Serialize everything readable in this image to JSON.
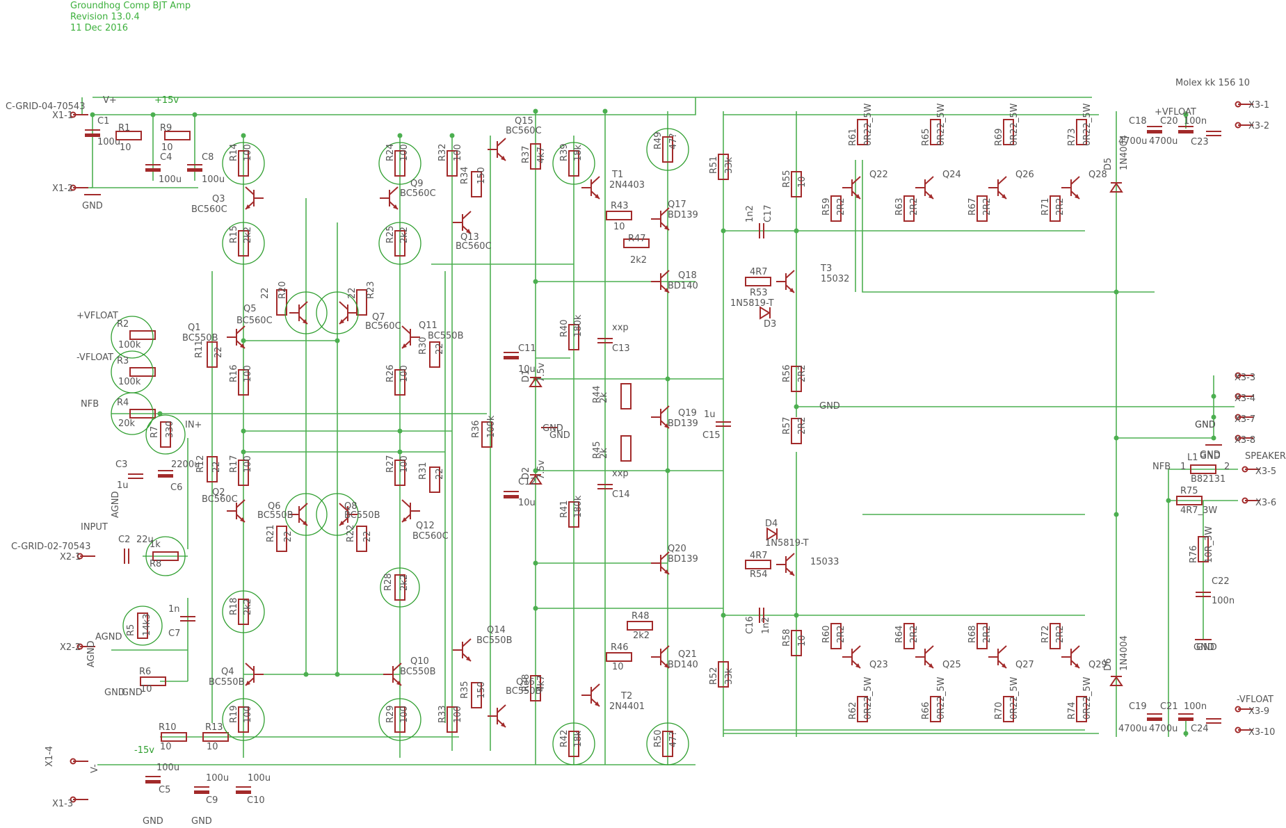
{
  "title_block": {
    "title": "Groundhog Comp BJT Amp",
    "revision": "Revision 13.0.4",
    "date": "11 Dec 2016"
  },
  "connector_header": "Molex kk 156 10",
  "labels": [
    {
      "id": "cgrid04",
      "text": "C-GRID-04-70543"
    },
    {
      "id": "x11",
      "text": "X1-1"
    },
    {
      "id": "x12",
      "text": "X1-2"
    },
    {
      "id": "x13",
      "text": "X1-3"
    },
    {
      "id": "x14",
      "text": "X1-4"
    },
    {
      "id": "vplus",
      "text": "V+"
    },
    {
      "id": "p15v",
      "text": "+15v"
    },
    {
      "id": "m15v",
      "text": "-15v"
    },
    {
      "id": "vminus",
      "text": "V-"
    },
    {
      "id": "gnd_a",
      "text": "GND"
    },
    {
      "id": "gnd_b",
      "text": "GND"
    },
    {
      "id": "gnd_c",
      "text": "GND"
    },
    {
      "id": "gnd_d",
      "text": "GND"
    },
    {
      "id": "gnd_e",
      "text": "GND"
    },
    {
      "id": "gnd_f",
      "text": "GND"
    },
    {
      "id": "gnd_g",
      "text": "GND"
    },
    {
      "id": "gnd_h",
      "text": "GND"
    },
    {
      "id": "gnd_i",
      "text": "GND"
    },
    {
      "id": "gnd_net",
      "text": "GND"
    },
    {
      "id": "c1",
      "text": "C1"
    },
    {
      "id": "c1v",
      "text": "100u"
    },
    {
      "id": "r1",
      "text": "R1"
    },
    {
      "id": "r1v",
      "text": "10"
    },
    {
      "id": "r9",
      "text": "R9"
    },
    {
      "id": "r9v",
      "text": "10"
    },
    {
      "id": "c4",
      "text": "C4"
    },
    {
      "id": "c4v",
      "text": "100u"
    },
    {
      "id": "c8",
      "text": "C8"
    },
    {
      "id": "c8v",
      "text": "100u"
    },
    {
      "id": "r14",
      "text": "R14"
    },
    {
      "id": "r14v",
      "text": "100"
    },
    {
      "id": "q3",
      "text": "Q3"
    },
    {
      "id": "q3v",
      "text": "BC560C"
    },
    {
      "id": "r15",
      "text": "R15"
    },
    {
      "id": "r15v",
      "text": "2k2"
    },
    {
      "id": "q5",
      "text": "Q5"
    },
    {
      "id": "q5v",
      "text": "BC560C"
    },
    {
      "id": "r20",
      "text": "R20"
    },
    {
      "id": "r20v",
      "text": "22"
    },
    {
      "id": "q1",
      "text": "Q1"
    },
    {
      "id": "q1v",
      "text": "BC550B"
    },
    {
      "id": "r11",
      "text": "R11"
    },
    {
      "id": "r11v",
      "text": "22"
    },
    {
      "id": "r16",
      "text": "R16"
    },
    {
      "id": "r16v",
      "text": "100"
    },
    {
      "id": "vfloatp",
      "text": "+VFLOAT"
    },
    {
      "id": "vfloatm",
      "text": "-VFLOAT"
    },
    {
      "id": "nfb",
      "text": "NFB"
    },
    {
      "id": "r2",
      "text": "R2"
    },
    {
      "id": "r2v",
      "text": "100k"
    },
    {
      "id": "r3",
      "text": "R3"
    },
    {
      "id": "r3v",
      "text": "100k"
    },
    {
      "id": "r4",
      "text": "R4"
    },
    {
      "id": "r4v",
      "text": "20k"
    },
    {
      "id": "r7",
      "text": "R7"
    },
    {
      "id": "r7v",
      "text": "330"
    },
    {
      "id": "inplus",
      "text": "IN+"
    },
    {
      "id": "c3",
      "text": "C3"
    },
    {
      "id": "c3v",
      "text": "1u"
    },
    {
      "id": "c6",
      "text": "C6"
    },
    {
      "id": "c6v",
      "text": "2200u"
    },
    {
      "id": "agnd1",
      "text": "AGND"
    },
    {
      "id": "agnd2",
      "text": "AGND"
    },
    {
      "id": "agnd3",
      "text": "AGND"
    },
    {
      "id": "r12",
      "text": "R12"
    },
    {
      "id": "r12v",
      "text": "22"
    },
    {
      "id": "q2",
      "text": "Q2"
    },
    {
      "id": "q2v",
      "text": "BC560C"
    },
    {
      "id": "r17",
      "text": "R17"
    },
    {
      "id": "r17v",
      "text": "100"
    },
    {
      "id": "q6",
      "text": "Q6"
    },
    {
      "id": "q6v",
      "text": "BC550B"
    },
    {
      "id": "r21",
      "text": "R21"
    },
    {
      "id": "r21v",
      "text": "22"
    },
    {
      "id": "input",
      "text": "INPUT"
    },
    {
      "id": "cgrid02",
      "text": "C-GRID-02-70543"
    },
    {
      "id": "x21",
      "text": "X2-1"
    },
    {
      "id": "x22",
      "text": "X2-2"
    },
    {
      "id": "c2",
      "text": "C2"
    },
    {
      "id": "c2v",
      "text": "22u"
    },
    {
      "id": "r8",
      "text": "R8"
    },
    {
      "id": "r8v",
      "text": "1k"
    },
    {
      "id": "r5",
      "text": "R5"
    },
    {
      "id": "r5v",
      "text": "14k3"
    },
    {
      "id": "c7",
      "text": "C7"
    },
    {
      "id": "c7v",
      "text": "1n"
    },
    {
      "id": "r6",
      "text": "R6"
    },
    {
      "id": "r6v",
      "text": "10"
    },
    {
      "id": "r18",
      "text": "R18"
    },
    {
      "id": "r18v",
      "text": "2k2"
    },
    {
      "id": "q4",
      "text": "Q4"
    },
    {
      "id": "q4v",
      "text": "BC550B"
    },
    {
      "id": "r19",
      "text": "R19"
    },
    {
      "id": "r19v",
      "text": "100"
    },
    {
      "id": "r10",
      "text": "R10"
    },
    {
      "id": "r10v",
      "text": "10"
    },
    {
      "id": "r13",
      "text": "R13"
    },
    {
      "id": "r13v",
      "text": "10"
    },
    {
      "id": "c5",
      "text": "C5"
    },
    {
      "id": "c5v",
      "text": "100u"
    },
    {
      "id": "c9",
      "text": "C9"
    },
    {
      "id": "c9v",
      "text": "100u"
    },
    {
      "id": "c10",
      "text": "C10"
    },
    {
      "id": "c10v",
      "text": "100u"
    },
    {
      "id": "r24",
      "text": "R24"
    },
    {
      "id": "r24v",
      "text": "100"
    },
    {
      "id": "q9",
      "text": "Q9"
    },
    {
      "id": "q9v",
      "text": "BC560C"
    },
    {
      "id": "r25",
      "text": "R25"
    },
    {
      "id": "r25v",
      "text": "2k2"
    },
    {
      "id": "r23",
      "text": "R23"
    },
    {
      "id": "r23v",
      "text": "22"
    },
    {
      "id": "q7",
      "text": "Q7"
    },
    {
      "id": "q7v",
      "text": "BC560C"
    },
    {
      "id": "q11",
      "text": "Q11"
    },
    {
      "id": "q11v",
      "text": "BC550B"
    },
    {
      "id": "r26",
      "text": "R26"
    },
    {
      "id": "r26v",
      "text": "100"
    },
    {
      "id": "r30",
      "text": "R30"
    },
    {
      "id": "r30v",
      "text": "22"
    },
    {
      "id": "r27",
      "text": "R27"
    },
    {
      "id": "r27v",
      "text": "100"
    },
    {
      "id": "r31",
      "text": "R31"
    },
    {
      "id": "r31v",
      "text": "22"
    },
    {
      "id": "q8",
      "text": "Q8"
    },
    {
      "id": "q8v",
      "text": "BC550B"
    },
    {
      "id": "r22",
      "text": "R22"
    },
    {
      "id": "r22v",
      "text": "22"
    },
    {
      "id": "q12",
      "text": "Q12"
    },
    {
      "id": "q12v",
      "text": "BC560C"
    },
    {
      "id": "r28",
      "text": "R28"
    },
    {
      "id": "r28v",
      "text": "2k2"
    },
    {
      "id": "q10",
      "text": "Q10"
    },
    {
      "id": "q10v",
      "text": "BC550B"
    },
    {
      "id": "r29",
      "text": "R29"
    },
    {
      "id": "r29v",
      "text": "100"
    },
    {
      "id": "r32",
      "text": "R32"
    },
    {
      "id": "r32v",
      "text": "100"
    },
    {
      "id": "r34",
      "text": "R34"
    },
    {
      "id": "r34v",
      "text": "150"
    },
    {
      "id": "q13",
      "text": "Q13"
    },
    {
      "id": "q13v",
      "text": "BC560C"
    },
    {
      "id": "q15",
      "text": "Q15"
    },
    {
      "id": "q15v",
      "text": "BC560C"
    },
    {
      "id": "r36",
      "text": "R36"
    },
    {
      "id": "r36v",
      "text": "100k"
    },
    {
      "id": "q14",
      "text": "Q14"
    },
    {
      "id": "q14v",
      "text": "BC550B"
    },
    {
      "id": "r33",
      "text": "R33"
    },
    {
      "id": "r33v",
      "text": "100"
    },
    {
      "id": "r35",
      "text": "R35"
    },
    {
      "id": "r35v",
      "text": "150"
    },
    {
      "id": "q16",
      "text": "Q16"
    },
    {
      "id": "q16v",
      "text": "BC550B"
    },
    {
      "id": "r37",
      "text": "R37"
    },
    {
      "id": "r37v",
      "text": "4k7"
    },
    {
      "id": "r38",
      "text": "R38"
    },
    {
      "id": "r38v",
      "text": "4k7"
    },
    {
      "id": "c11",
      "text": "C11"
    },
    {
      "id": "c11v",
      "text": "10u"
    },
    {
      "id": "d1",
      "text": "D1"
    },
    {
      "id": "d1v",
      "text": "7.5v"
    },
    {
      "id": "c12",
      "text": "C12"
    },
    {
      "id": "c12v",
      "text": "10u"
    },
    {
      "id": "d2",
      "text": "D2"
    },
    {
      "id": "d2v",
      "text": "7.5v"
    },
    {
      "id": "gnd_mid",
      "text": "GND"
    },
    {
      "id": "r39",
      "text": "R39"
    },
    {
      "id": "r39v",
      "text": "18k"
    },
    {
      "id": "t1",
      "text": "T1"
    },
    {
      "id": "t1v",
      "text": "2N4403"
    },
    {
      "id": "r43",
      "text": "R43"
    },
    {
      "id": "r43v",
      "text": "10"
    },
    {
      "id": "r47",
      "text": "R47"
    },
    {
      "id": "r47v",
      "text": "2k2"
    },
    {
      "id": "q17",
      "text": "Q17"
    },
    {
      "id": "q17v",
      "text": "BD139"
    },
    {
      "id": "q18",
      "text": "Q18"
    },
    {
      "id": "q18v",
      "text": "BD140"
    },
    {
      "id": "r49",
      "text": "R49"
    },
    {
      "id": "r49v",
      "text": "47?"
    },
    {
      "id": "r40",
      "text": "R40"
    },
    {
      "id": "r40v",
      "text": "180k"
    },
    {
      "id": "c13",
      "text": "C13"
    },
    {
      "id": "c13v",
      "text": "xxp"
    },
    {
      "id": "r44",
      "text": "R44"
    },
    {
      "id": "r44v",
      "text": "2k"
    },
    {
      "id": "q19",
      "text": "Q19"
    },
    {
      "id": "q19v",
      "text": "BD139"
    },
    {
      "id": "r45",
      "text": "R45"
    },
    {
      "id": "r45v",
      "text": "2k"
    },
    {
      "id": "c14",
      "text": "C14"
    },
    {
      "id": "c14v",
      "text": "xxp"
    },
    {
      "id": "r41",
      "text": "R41"
    },
    {
      "id": "r41v",
      "text": "180k"
    },
    {
      "id": "q20",
      "text": "Q20"
    },
    {
      "id": "q20v",
      "text": "BD139"
    },
    {
      "id": "r48",
      "text": "R48"
    },
    {
      "id": "r48v",
      "text": "2k2"
    },
    {
      "id": "r46",
      "text": "R46"
    },
    {
      "id": "r46v",
      "text": "10"
    },
    {
      "id": "q21",
      "text": "Q21"
    },
    {
      "id": "q21v",
      "text": "BD140"
    },
    {
      "id": "t2",
      "text": "T2"
    },
    {
      "id": "t2v",
      "text": "2N4401"
    },
    {
      "id": "r42",
      "text": "R42"
    },
    {
      "id": "r42v",
      "text": "18k"
    },
    {
      "id": "r50",
      "text": "R50"
    },
    {
      "id": "r50v",
      "text": "47?"
    },
    {
      "id": "c15",
      "text": "C15"
    },
    {
      "id": "c15v",
      "text": "1u"
    },
    {
      "id": "r51",
      "text": "R51"
    },
    {
      "id": "r51v",
      "text": "33k"
    },
    {
      "id": "r52",
      "text": "R52"
    },
    {
      "id": "r52v",
      "text": "33k"
    },
    {
      "id": "c17",
      "text": "C17"
    },
    {
      "id": "c17v",
      "text": "1n2"
    },
    {
      "id": "c16",
      "text": "C16"
    },
    {
      "id": "c16v",
      "text": "1n2"
    },
    {
      "id": "r55",
      "text": "R55"
    },
    {
      "id": "r55v",
      "text": "10"
    },
    {
      "id": "r53",
      "text": "R53"
    },
    {
      "id": "r53v",
      "text": "4R7"
    },
    {
      "id": "t3",
      "text": "T3"
    },
    {
      "id": "t3v",
      "text": "15032"
    },
    {
      "id": "d3",
      "text": "D3"
    },
    {
      "id": "d3v",
      "text": "1N5819-T"
    },
    {
      "id": "r56",
      "text": "R56"
    },
    {
      "id": "r56v",
      "text": "2R2"
    },
    {
      "id": "r57",
      "text": "R57"
    },
    {
      "id": "r57v",
      "text": "2R2"
    },
    {
      "id": "d4",
      "text": "D4"
    },
    {
      "id": "d4v",
      "text": "1N5819-T"
    },
    {
      "id": "r54",
      "text": "R54"
    },
    {
      "id": "r54v",
      "text": "4R7"
    },
    {
      "id": "t4v",
      "text": "15033"
    },
    {
      "id": "r58",
      "text": "R58"
    },
    {
      "id": "r58v",
      "text": "10"
    },
    {
      "id": "r61",
      "text": "R61"
    },
    {
      "id": "r61v",
      "text": "0R22_5W"
    },
    {
      "id": "r65",
      "text": "R65"
    },
    {
      "id": "r65v",
      "text": "0R22_5W"
    },
    {
      "id": "r69",
      "text": "R69"
    },
    {
      "id": "r69v",
      "text": "0R22_5W"
    },
    {
      "id": "r73",
      "text": "R73"
    },
    {
      "id": "r73v",
      "text": "0R22_5W"
    },
    {
      "id": "q22",
      "text": "Q22"
    },
    {
      "id": "q24",
      "text": "Q24"
    },
    {
      "id": "q26",
      "text": "Q26"
    },
    {
      "id": "q28",
      "text": "Q28"
    },
    {
      "id": "r59",
      "text": "R59"
    },
    {
      "id": "r59v",
      "text": "2R2"
    },
    {
      "id": "r63",
      "text": "R63"
    },
    {
      "id": "r63v",
      "text": "2R2"
    },
    {
      "id": "r67",
      "text": "R67"
    },
    {
      "id": "r67v",
      "text": "2R2"
    },
    {
      "id": "r71",
      "text": "R71"
    },
    {
      "id": "r71v",
      "text": "2R2"
    },
    {
      "id": "d5",
      "text": "D5"
    },
    {
      "id": "d5v",
      "text": "1N4004"
    },
    {
      "id": "d6",
      "text": "D6"
    },
    {
      "id": "d6v",
      "text": "1N4004"
    },
    {
      "id": "r60",
      "text": "R60"
    },
    {
      "id": "r60v",
      "text": "2R2"
    },
    {
      "id": "r64",
      "text": "R64"
    },
    {
      "id": "r64v",
      "text": "2R2"
    },
    {
      "id": "r68",
      "text": "R68"
    },
    {
      "id": "r68v",
      "text": "2R2"
    },
    {
      "id": "r72",
      "text": "R72"
    },
    {
      "id": "r72v",
      "text": "2R2"
    },
    {
      "id": "q23",
      "text": "Q23"
    },
    {
      "id": "q25",
      "text": "Q25"
    },
    {
      "id": "q27",
      "text": "Q27"
    },
    {
      "id": "q29",
      "text": "Q29"
    },
    {
      "id": "r62",
      "text": "R62"
    },
    {
      "id": "r62v",
      "text": "0R22_5W"
    },
    {
      "id": "r66",
      "text": "R66"
    },
    {
      "id": "r66v",
      "text": "0R22_5W"
    },
    {
      "id": "r70",
      "text": "R70"
    },
    {
      "id": "r70v",
      "text": "0R22_5W"
    },
    {
      "id": "r74",
      "text": "R74"
    },
    {
      "id": "r74v",
      "text": "0R22_5W"
    },
    {
      "id": "c18",
      "text": "C18"
    },
    {
      "id": "c18v",
      "text": "4700u"
    },
    {
      "id": "c20",
      "text": "C20"
    },
    {
      "id": "c20v",
      "text": "4700u"
    },
    {
      "id": "c20n",
      "text": "100n"
    },
    {
      "id": "c23",
      "text": "C23"
    },
    {
      "id": "vfloatp2",
      "text": "+VFLOAT"
    },
    {
      "id": "c19",
      "text": "C19"
    },
    {
      "id": "c19v",
      "text": "4700u"
    },
    {
      "id": "c21",
      "text": "C21"
    },
    {
      "id": "c21v",
      "text": "4700u"
    },
    {
      "id": "c21n",
      "text": "100n"
    },
    {
      "id": "c24",
      "text": "C24"
    },
    {
      "id": "vfloatm2",
      "text": "-VFLOAT"
    },
    {
      "id": "x31",
      "text": "X3-1"
    },
    {
      "id": "x32",
      "text": "X3-2"
    },
    {
      "id": "x33",
      "text": "X3-3"
    },
    {
      "id": "x34",
      "text": "X3-4"
    },
    {
      "id": "x37",
      "text": "X3-7"
    },
    {
      "id": "x38",
      "text": "X3-8"
    },
    {
      "id": "x35",
      "text": "X3-5"
    },
    {
      "id": "x36",
      "text": "X3-6"
    },
    {
      "id": "x39",
      "text": "X3-9"
    },
    {
      "id": "x310",
      "text": "X3-10"
    },
    {
      "id": "gnd_r",
      "text": "GND"
    },
    {
      "id": "gnd_r2",
      "text": "GND"
    },
    {
      "id": "speaker",
      "text": "SPEAKER"
    },
    {
      "id": "l1",
      "text": "L1"
    },
    {
      "id": "l1v",
      "text": "B82131"
    },
    {
      "id": "nfb2",
      "text": "NFB"
    },
    {
      "id": "pin1",
      "text": "1"
    },
    {
      "id": "pin2",
      "text": "2"
    },
    {
      "id": "r75",
      "text": "R75"
    },
    {
      "id": "r75v",
      "text": "4R7_3W"
    },
    {
      "id": "r76",
      "text": "R76"
    },
    {
      "id": "r76v",
      "text": "10R_3W"
    },
    {
      "id": "c22",
      "text": "C22"
    },
    {
      "id": "c22v",
      "text": "100n"
    },
    {
      "id": "gnd_r3",
      "text": "GND"
    }
  ]
}
